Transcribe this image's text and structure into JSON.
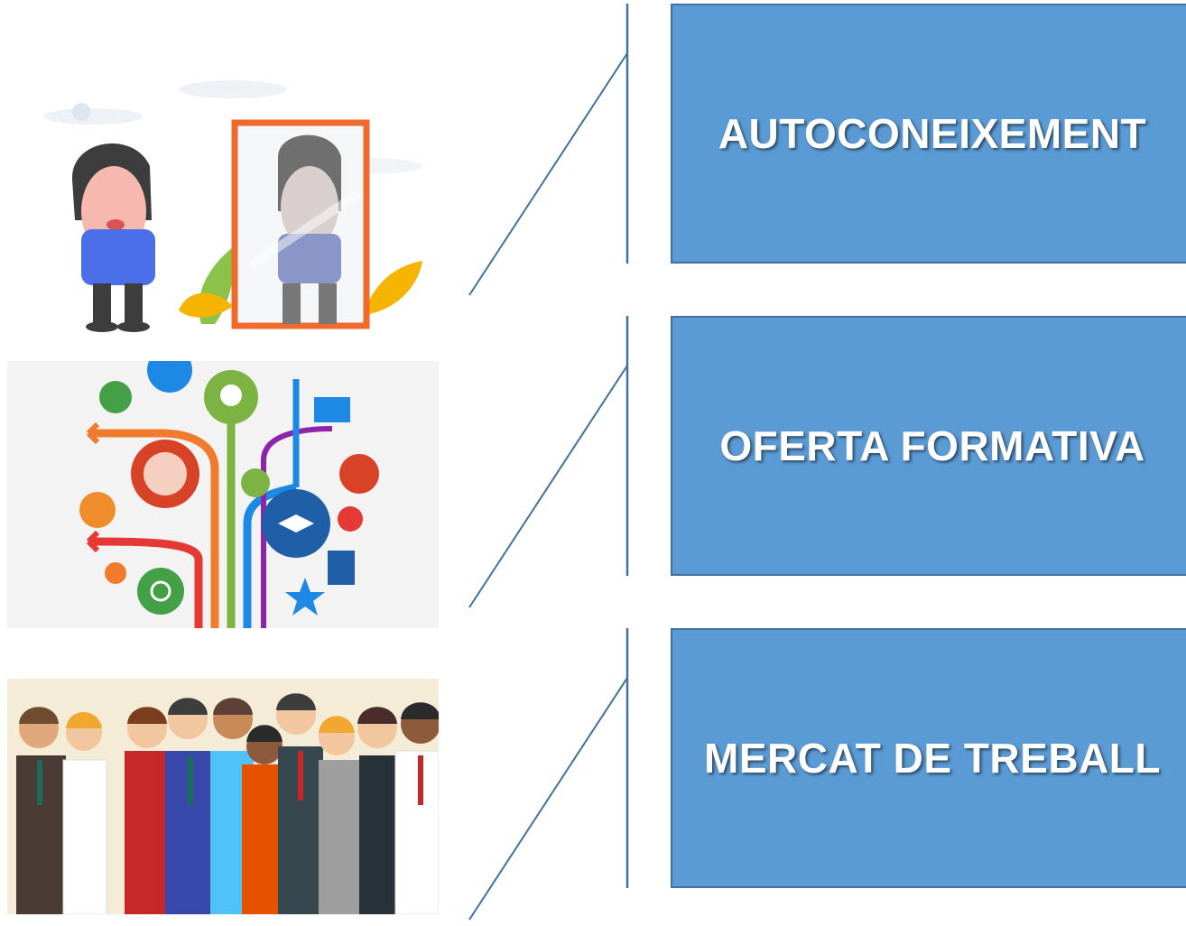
{
  "sections": [
    {
      "label": "AUTOCONEIXEMENT",
      "picture": "person-looking-in-mirror"
    },
    {
      "label": "OFERTA FORMATIVA",
      "picture": "education-tree-infographic"
    },
    {
      "label": "MERCAT DE TREBALL",
      "picture": "group-of-professionals"
    }
  ],
  "colors": {
    "box_fill": "#5b9bd5",
    "box_border": "#41719c",
    "connector": "#41719c",
    "label_text": "#ffffff"
  }
}
